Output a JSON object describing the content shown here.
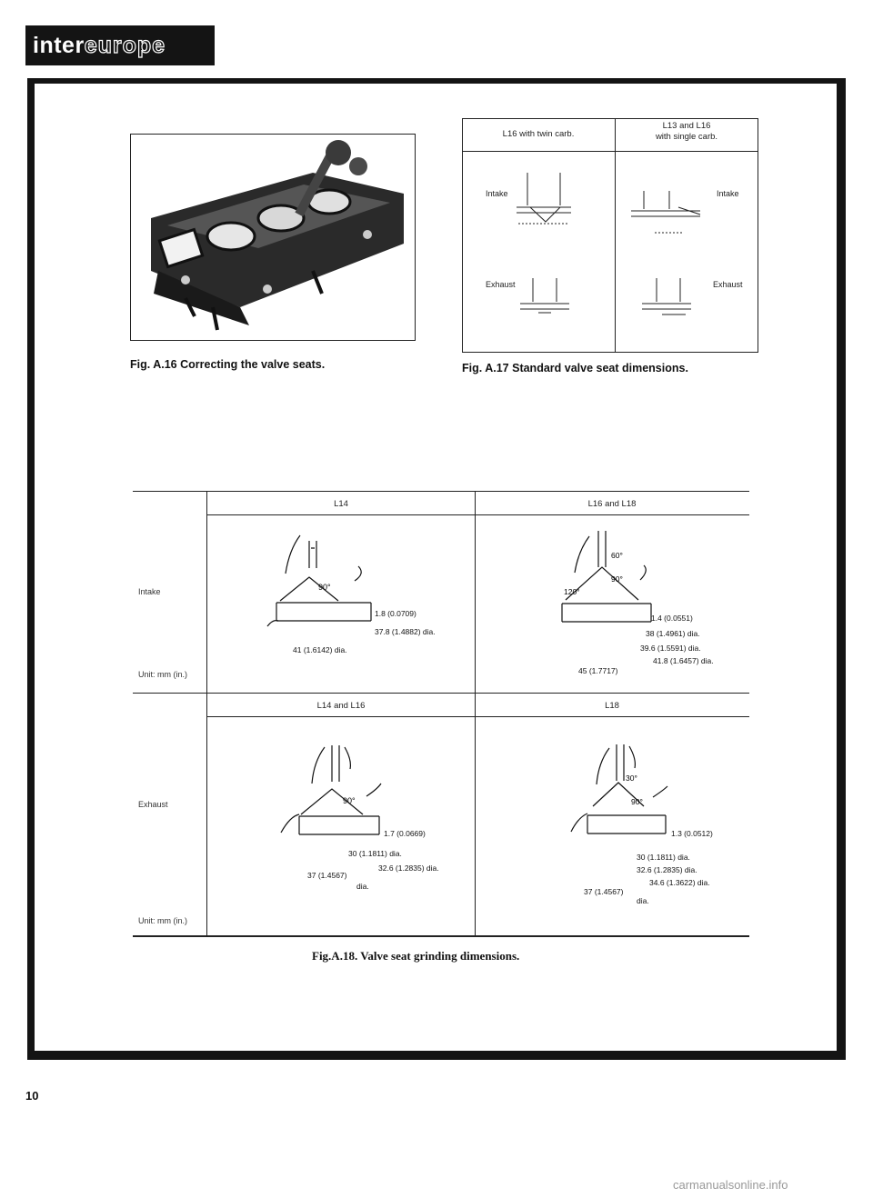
{
  "logo": {
    "prefix": "inter",
    "suffix": "europe"
  },
  "fig16": {
    "caption": "Fig. A.16 Correcting the valve seats."
  },
  "fig17": {
    "caption": "Fig. A.17 Standard valve seat dimensions.",
    "col1_header": "L16 with twin carb.",
    "col2_header_line1": "L13 and L16",
    "col2_header_line2": "with single carb.",
    "intake": "Intake",
    "exhaust": "Exhaust"
  },
  "fig18": {
    "caption": "Fig.A.18. Valve seat grinding dimensions.",
    "intake_row": {
      "label": "Intake",
      "unit": "Unit: mm (in.)"
    },
    "exhaust_row": {
      "label": "Exhaust",
      "unit": "Unit: mm (in.)"
    },
    "intake_left": {
      "header": "L14",
      "angle": "90°",
      "dims": [
        "1.8 (0.0709)",
        "37.8 (1.4882) dia.",
        "41 (1.6142) dia."
      ]
    },
    "intake_right": {
      "header": "L16 and L18",
      "angles": [
        "60°",
        "90°",
        "120°"
      ],
      "dims": [
        "1.4 (0.0551)",
        "38 (1.4961) dia.",
        "39.6 (1.5591) dia.",
        "41.8 (1.6457) dia.",
        "45 (1.7717)"
      ]
    },
    "exhaust_left": {
      "header": "L14 and L16",
      "angle": "90°",
      "dims": [
        "1.7 (0.0669)",
        "30 (1.1811) dia.",
        "32.6 (1.2835) dia.",
        "37 (1.4567)",
        "dia."
      ]
    },
    "exhaust_right": {
      "header": "L18",
      "angles": [
        "30°",
        "90°"
      ],
      "dims": [
        "1.3 (0.0512)",
        "30 (1.1811) dia.",
        "32.6 (1.2835) dia.",
        "34.6 (1.3622) dia.",
        "37 (1.4567)",
        "dia."
      ]
    }
  },
  "page_number": "10",
  "footer": "carmanualsonline.info"
}
